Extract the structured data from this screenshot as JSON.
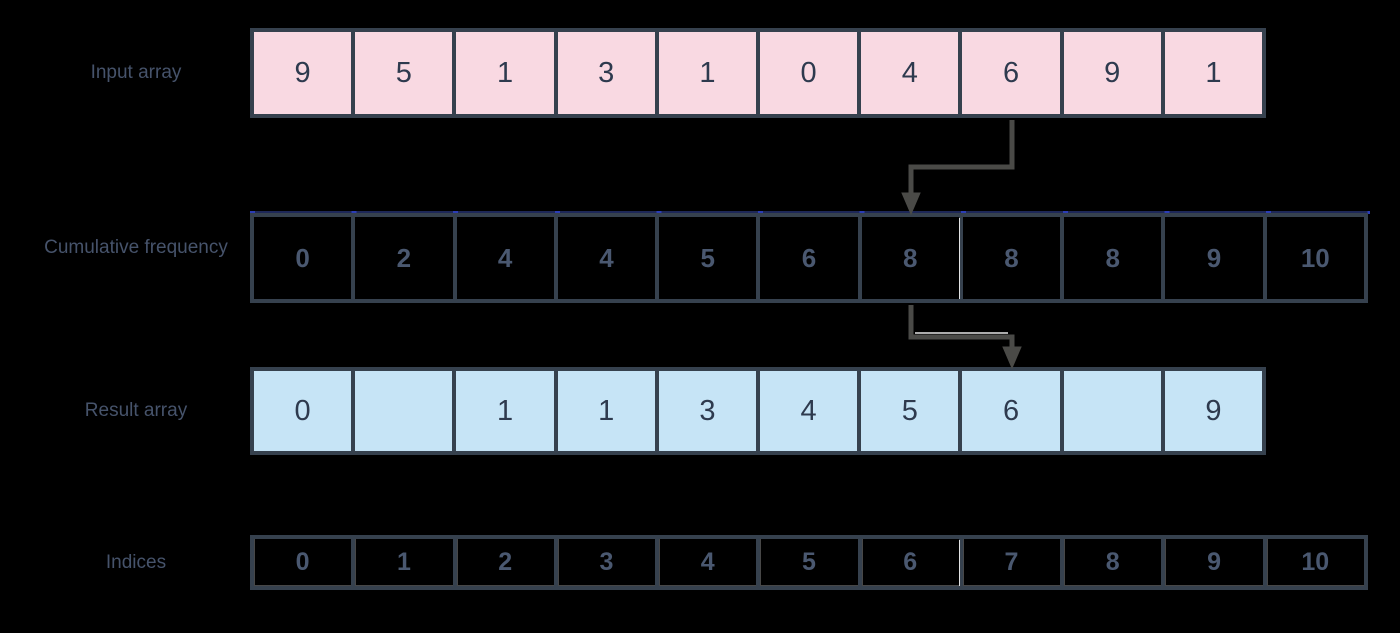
{
  "colors": {
    "background": "#000000",
    "border": "#36414e",
    "label-text": "#46536b",
    "arrow": "#4a4a47",
    "guide-line": "#1d2757",
    "guide-dash": "#2b3db6"
  },
  "rows": [
    {
      "label": "Input array",
      "style": "input",
      "fill": "#f9d9e2",
      "text_color": "#2e3a4e",
      "cells": [
        "9",
        "5",
        "1",
        "3",
        "1",
        "0",
        "4",
        "6",
        "9",
        "1"
      ]
    },
    {
      "label": "Cumulative frequency",
      "style": "dark",
      "fill": "transparent",
      "text_color": "#4a5870",
      "cells": [
        "0",
        "2",
        "4",
        "4",
        "5",
        "6",
        "8",
        "8",
        "8",
        "9",
        "10"
      ]
    },
    {
      "label": "Result array",
      "style": "result",
      "fill": "#c6e4f6",
      "text_color": "#2e3a4e",
      "cells": [
        "0",
        "",
        "1",
        "1",
        "3",
        "4",
        "5",
        "6",
        "",
        "9"
      ]
    },
    {
      "label": "Indices",
      "style": "dark",
      "fill": "transparent",
      "text_color": "#4a5870",
      "cells": [
        "0",
        "1",
        "2",
        "3",
        "4",
        "5",
        "6",
        "7",
        "8",
        "9",
        "10"
      ]
    }
  ],
  "arrows": [
    {
      "name": "input-to-cumulative",
      "from_row": "Input array",
      "from_index": 7,
      "from_value": "6",
      "to_row": "Cumulative frequency",
      "to_index": 6,
      "to_value": "8"
    },
    {
      "name": "cumulative-to-result",
      "from_row": "Cumulative frequency",
      "from_index": 6,
      "from_value": "8",
      "to_row": "Result array",
      "to_index": 7,
      "to_value": "6"
    }
  ]
}
